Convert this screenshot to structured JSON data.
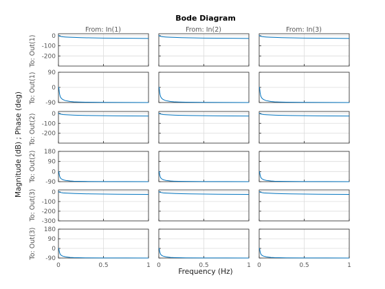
{
  "title": "Bode Diagram",
  "ylabel": "Magnitude (dB) ; Phase (deg)",
  "xlabel": "Frequency  (Hz)",
  "inputs": [
    "From: In(1)",
    "From: In(2)",
    "From: In(3)"
  ],
  "outputs": [
    "To: Out(1)",
    "To: Out(1)",
    "To: Out(2)",
    "To: Out(2)",
    "To: Out(3)",
    "To: Out(3)"
  ],
  "colors": {
    "curve": "#0072bd",
    "axes": "#262626",
    "grid": "#dcdcdc"
  },
  "chart_data": {
    "type": "line",
    "title": "Bode Diagram",
    "xlabel": "Frequency  (Hz)",
    "ylabel": "Magnitude (dB) ; Phase (deg)",
    "xlim": [
      0,
      1
    ],
    "xticks": [
      0,
      0.5,
      1
    ],
    "xtick_labels": [
      "0",
      "0.5",
      "1"
    ],
    "grid": true,
    "rows": [
      {
        "kind": "magnitude",
        "output": "To: Out(1)",
        "ylim": [
          -300,
          20
        ],
        "yticks": [
          0,
          -100,
          -200
        ],
        "ytick_labels": [
          "0",
          "-100",
          "-200"
        ]
      },
      {
        "kind": "phase",
        "output": "To: Out(1)",
        "ylim": [
          -90,
          90
        ],
        "yticks": [
          90,
          0,
          -90
        ],
        "ytick_labels": [
          "90",
          "0",
          "-90"
        ]
      },
      {
        "kind": "magnitude",
        "output": "To: Out(2)",
        "ylim": [
          -300,
          20
        ],
        "yticks": [
          0,
          -100,
          -200
        ],
        "ytick_labels": [
          "0",
          "-100",
          "-200"
        ]
      },
      {
        "kind": "phase",
        "output": "To: Out(2)",
        "ylim": [
          -90,
          180
        ],
        "yticks": [
          180,
          90,
          0,
          -90
        ],
        "ytick_labels": [
          "180",
          "90",
          "0",
          "-90"
        ]
      },
      {
        "kind": "magnitude",
        "output": "To: Out(3)",
        "ylim": [
          -300,
          20
        ],
        "yticks": [
          0,
          -100,
          -200,
          -300
        ],
        "ytick_labels": [
          "0",
          "-100",
          "-200",
          "-300"
        ]
      },
      {
        "kind": "phase",
        "output": "To: Out(3)",
        "ylim": [
          -90,
          180
        ],
        "yticks": [
          180,
          90,
          0,
          -90
        ],
        "ytick_labels": [
          "180",
          "90",
          "0",
          "-90"
        ]
      }
    ],
    "magnitude_curve": {
      "x": [
        0.0,
        0.005,
        0.01,
        0.02,
        0.03,
        0.05,
        0.08,
        0.12,
        0.18,
        0.25,
        0.35,
        0.5,
        0.65,
        0.8,
        1.0
      ],
      "y": [
        5,
        0,
        -3,
        -6,
        -8,
        -11,
        -13,
        -15,
        -17,
        -19,
        -21,
        -23,
        -24.5,
        -25.5,
        -26.5
      ]
    },
    "phase_curve": {
      "x": [
        0.0,
        0.003,
        0.006,
        0.01,
        0.015,
        0.02,
        0.03,
        0.045,
        0.06,
        0.08,
        0.1,
        0.13,
        0.17,
        0.22,
        0.3,
        0.5,
        0.75,
        1.0
      ],
      "y": [
        0,
        0,
        -10,
        -30,
        -45,
        -55,
        -64,
        -71,
        -75,
        -79,
        -81,
        -84,
        -86,
        -87,
        -88,
        -89,
        -89.5,
        -89.8
      ]
    }
  }
}
